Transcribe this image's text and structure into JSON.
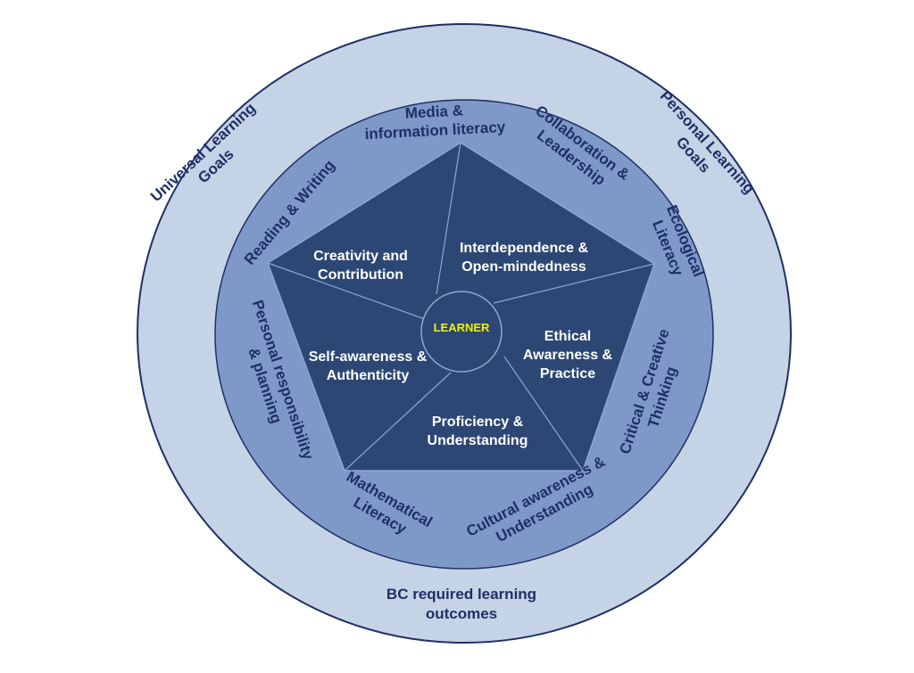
{
  "colors": {
    "outer_ring": "#c5d3e6",
    "middle_ring": "#7e99c8",
    "pentagon": "#2c4773",
    "outline": "#1f2f66",
    "inner_text": "#ffffff",
    "center_text": "#f2f200"
  },
  "outer_ring": {
    "universal_line1": "Universal Learning",
    "universal_line2": "Goals",
    "personal_line1": "Personal Learning",
    "personal_line2": "Goals",
    "bc_line1": "BC required learning",
    "bc_line2": "outcomes"
  },
  "middle_ring": {
    "media_line1": "Media &",
    "media_line2": "information literacy",
    "collab_line1": "Collaboration &",
    "collab_line2": "Leadership",
    "ecological_line1": "Ecological",
    "ecological_line2": "Literacy",
    "critical_line1": "Critical & Creative",
    "critical_line2": "Thinking",
    "cultural_line1": "Cultural awareness &",
    "cultural_line2": "Understanding",
    "math_line1": "Mathematical",
    "math_line2": "Literacy",
    "personal_resp_line1": "Personal responsibility",
    "personal_resp_line2": "& planning",
    "reading_writing": "Reading & Writing"
  },
  "pentagon": {
    "creativity_line1": "Creativity and",
    "creativity_line2": "Contribution",
    "interdependence_line1": "Interdependence &",
    "interdependence_line2": "Open-mindedness",
    "ethical_line1": "Ethical",
    "ethical_line2": "Awareness &",
    "ethical_line3": "Practice",
    "proficiency_line1": "Proficiency &",
    "proficiency_line2": "Understanding",
    "self_line1": "Self-awareness &",
    "self_line2": "Authenticity",
    "center": "LEARNER"
  }
}
